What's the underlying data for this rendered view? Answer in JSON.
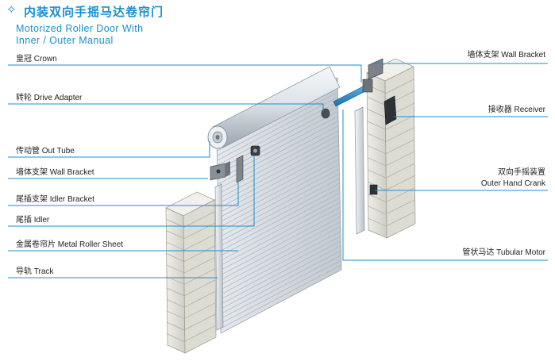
{
  "title": {
    "icon": "sparkle-icon",
    "chinese": "内装双向手摇马达卷帘门",
    "english_line1": "Motorized Roller Door With",
    "english_line2": "Inner / Outer Manual"
  },
  "labels_left": {
    "crown": "皇冠  Crown",
    "drive_adapter": "转轮 Drive Adapter",
    "out_tube": "传动管 Out Tube",
    "wall_bracket": "墙体支架 Wall Bracket",
    "idler_bracket": "尾插支架 Idler Bracket",
    "idler": "尾插 Idler",
    "metal_roller_sheet": "金属卷帘片 Metal Roller Sheet",
    "track": "导轨 Track"
  },
  "labels_right": {
    "wall_bracket": "墙体支架 Wall Bracket",
    "receiver": "接收器 Receiver",
    "hand_crank_cn": "双向手摇装置",
    "hand_crank_en": "Outer Hand Crank",
    "tubular_motor": "管状马达 Tubular Motor"
  },
  "colors": {
    "accent": "#1a8fd0",
    "leader_line": "#1a8fd0",
    "steel": "#c9cfd6",
    "brick": "#dcdcd4"
  }
}
